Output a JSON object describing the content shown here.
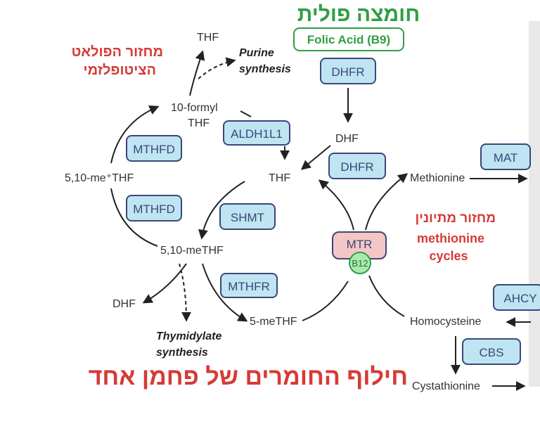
{
  "colors": {
    "accent_red": "#d63a35",
    "green": "#2f9e44",
    "enzyme_fill": "#bfe4f2",
    "enzyme_border": "#3b4778",
    "mtr_fill": "#f4c6c6",
    "b12_fill": "#a8eab0"
  },
  "titles": {
    "folic_hebrew": "חומצה פולית",
    "folic_english": "Folic Acid (B9)",
    "cytoplasmic_cycle_line1": "מחזור הפולאט",
    "cytoplasmic_cycle_line2": "הציטופלזמי",
    "methionine_cycle_hebrew": "מחזור מתיונין",
    "methionine_cycle_en1": "methionine",
    "methionine_cycle_en2": "cycles",
    "bottom_caption": "חילוף החומרים של פחמן אחד"
  },
  "metabolites": {
    "thf_top": "THF",
    "purine1": "Purine",
    "purine2": "synthesis",
    "formyl1": "10-formyl",
    "formyl2": "THF",
    "dhf_top": "DHF",
    "thf_center": "THF",
    "methionine": "Methionine",
    "me_plus_thf": "5,10-me⁺THF",
    "methylene_thf": "5,10-meTHF",
    "dhf_bottom": "DHF",
    "thymidylate1": "Thymidylate",
    "thymidylate2": "synthesis",
    "methyl_thf": "5-meTHF",
    "homocysteine": "Homocysteine",
    "cystathionine": "Cystathionine"
  },
  "enzymes": {
    "dhfr_top": "DHFR",
    "aldh1l1": "ALDH1L1",
    "mthfd_top": "MTHFD",
    "dhfr_mid": "DHFR",
    "mat": "MAT",
    "mthfd_bottom": "MTHFD",
    "shmt": "SHMT",
    "mtr": "MTR",
    "b12": "B12",
    "mthfr": "MTHFR",
    "ahcy": "AHCY",
    "cbs": "CBS"
  }
}
